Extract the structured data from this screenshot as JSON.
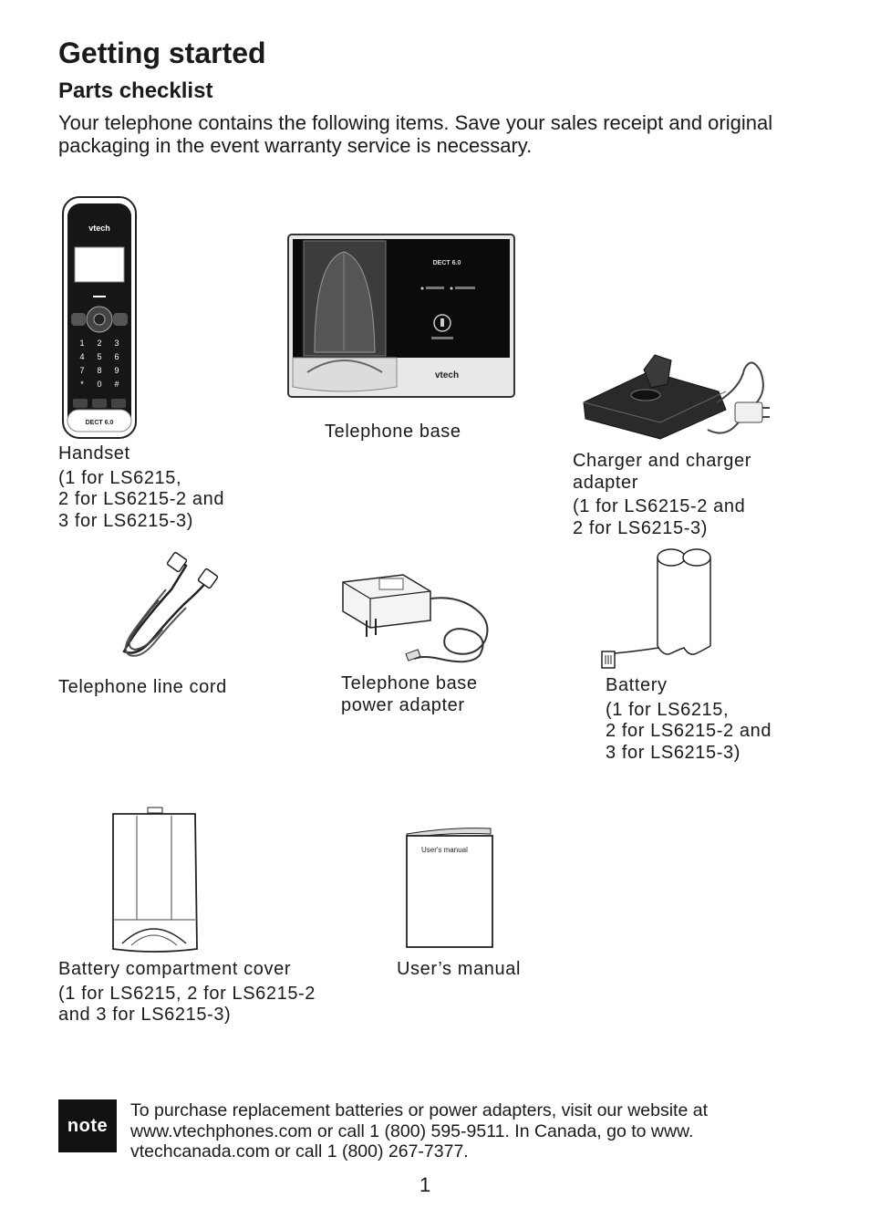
{
  "page": {
    "title": "Getting started",
    "subtitle": "Parts checklist",
    "intro": "Your telephone contains the following items. Save your sales receipt and original packaging in the event warranty service is necessary."
  },
  "items": [
    {
      "name": "Handset",
      "qty": "(1 for LS6215,\n2 for LS6215-2 and\n3 for LS6215-3)"
    },
    {
      "name": "Telephone base",
      "qty": ""
    },
    {
      "name": "Charger and charger adapter",
      "qty": "(1 for LS6215-2 and\n2 for LS6215-3)"
    },
    {
      "name": "Telephone line cord",
      "qty": ""
    },
    {
      "name": "Telephone base power adapter",
      "qty": ""
    },
    {
      "name": "Battery",
      "qty": "(1 for LS6215,\n2 for LS6215-2 and\n3 for LS6215-3)"
    },
    {
      "name": "Battery compartment cover",
      "qty": "(1 for LS6215, 2 for LS6215-2\nand 3 for LS6215-3)"
    },
    {
      "name": "User’s manual",
      "qty": ""
    }
  ],
  "illustrations": {
    "handset_brand": "vtech",
    "handset_model": "DECT 6.0",
    "handset_keys": [
      "1",
      "2",
      "3",
      "4",
      "5",
      "6",
      "7",
      "8",
      "9",
      "*",
      "0",
      "#"
    ],
    "base_brand": "vtech",
    "base_model": "DECT 6.0",
    "manual_cover": "User's manual"
  },
  "note": {
    "badge": "note",
    "text": "To purchase replacement batteries or power adapters, visit our website at www.vtechphones.com or call 1 (800) 595-9511. In Canada, go to www. vtechcanada.com or call 1 (800) 267-7377."
  },
  "footer": {
    "page_number": "1"
  },
  "colors": {
    "text": "#1a1a1a",
    "badge_bg": "#111111"
  }
}
